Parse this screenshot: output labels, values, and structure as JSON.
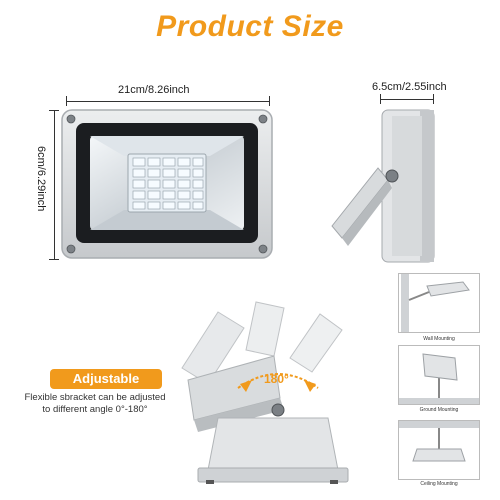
{
  "title": "Product Size",
  "dimensions": {
    "width": "21cm/8.26inch",
    "height": "6cm/6.29inch",
    "depth": "6.5cm/2.55inch"
  },
  "adjustable": {
    "badge": "Adjustable",
    "line1": "Flexible sbracket can be adjusted",
    "line2": "to different angle 0°-180°",
    "angle": "180°"
  },
  "mounting": {
    "wall": "Wall Mounting",
    "ground": "Ground Mounting",
    "ceiling": "Ceiling Mounting"
  },
  "colors": {
    "accent": "#f19a1c",
    "housing": "#d9dbdd",
    "led_panel": "#e8eef3"
  },
  "icons": [
    "screw-icon",
    "led-chip-icon",
    "angle-arrow-icon"
  ]
}
